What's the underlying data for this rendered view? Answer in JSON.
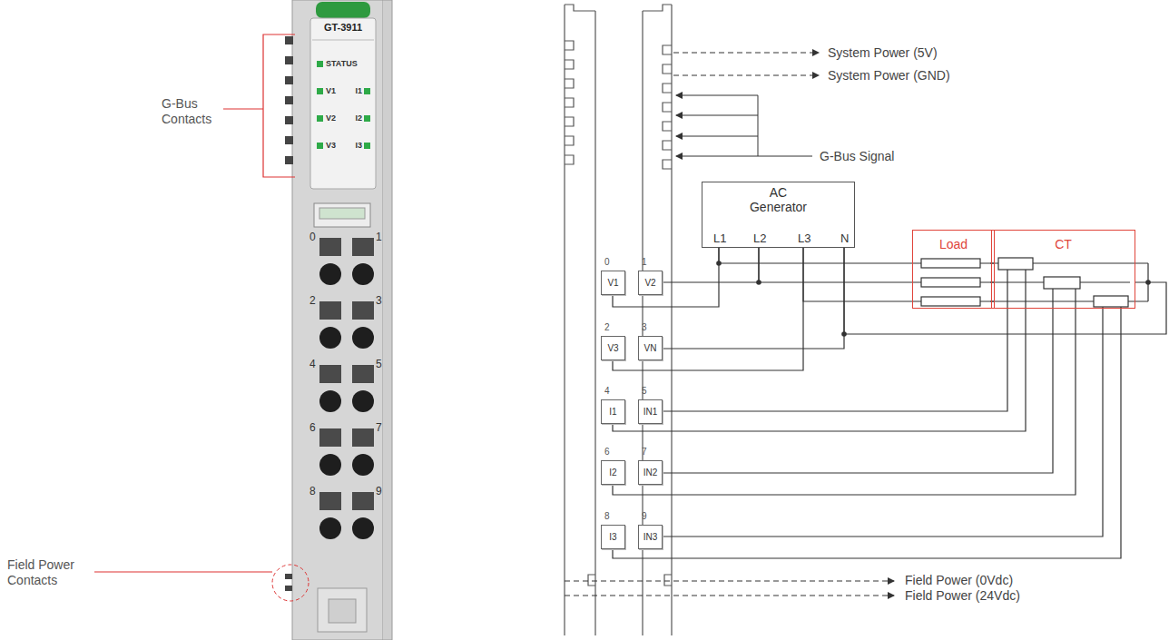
{
  "diagram": {
    "nodes": [
      {
        "text": [
          "AC Generator",
          "L1",
          "L2",
          "L3",
          "N"
        ]
      },
      {
        "text": [
          "Load"
        ]
      },
      {
        "text": [
          "CT"
        ]
      },
      {
        "text": [
          "0",
          "V1"
        ]
      },
      {
        "text": [
          "1",
          "V2"
        ]
      },
      {
        "text": [
          "2",
          "V3"
        ]
      },
      {
        "text": [
          "3",
          "VN"
        ]
      },
      {
        "text": [
          "4",
          "I1"
        ]
      },
      {
        "text": [
          "5",
          "IN1"
        ]
      },
      {
        "text": [
          "6",
          "I2"
        ]
      },
      {
        "text": [
          "7",
          "IN2"
        ]
      },
      {
        "text": [
          "8",
          "I3"
        ]
      },
      {
        "text": [
          "9",
          "IN3"
        ]
      }
    ],
    "edges": [
      {
        "from": 0,
        "to": 3,
        "arrow": "none"
      },
      {
        "from": 0,
        "to": 4,
        "arrow": "none"
      },
      {
        "from": 0,
        "to": 5,
        "arrow": "none"
      },
      {
        "from": 0,
        "to": 6,
        "arrow": "none"
      },
      {
        "from": 0,
        "to": 1,
        "arrow": "none"
      },
      {
        "from": 1,
        "to": 2,
        "arrow": "none"
      },
      {
        "from": 0,
        "to": 2,
        "arrow": "none"
      },
      {
        "from": 2,
        "to": 7,
        "arrow": "none"
      },
      {
        "from": 2,
        "to": 8,
        "arrow": "none"
      },
      {
        "from": 2,
        "to": 9,
        "arrow": "none"
      },
      {
        "from": 2,
        "to": 10,
        "arrow": "none"
      },
      {
        "from": 2,
        "to": 11,
        "arrow": "none"
      },
      {
        "from": 2,
        "to": 12,
        "arrow": "none"
      }
    ],
    "labels": [
      "GT-3911",
      "STATUS",
      "V1",
      "I1",
      "V2",
      "I2",
      "V3",
      "I3",
      "0",
      "1",
      "2",
      "3",
      "4",
      "5",
      "6",
      "7",
      "8",
      "9",
      "G-Bus Contacts",
      "Field Power Contacts",
      "System Power (5V)",
      "System Power (GND)",
      "G-Bus Signal",
      "Field Power (0Vdc)",
      "Field Power (24Vdc)"
    ]
  }
}
